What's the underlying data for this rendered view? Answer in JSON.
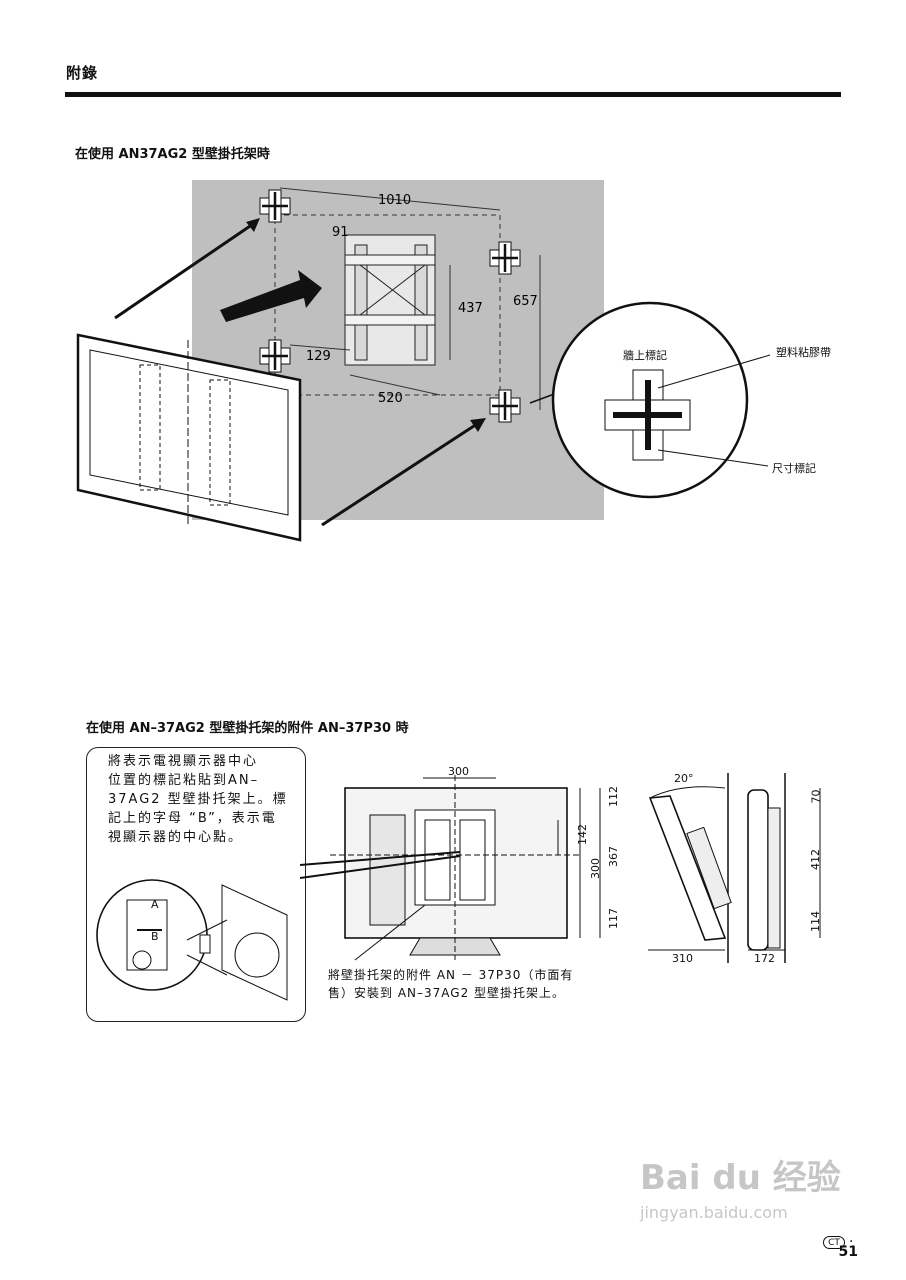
{
  "header": {
    "title": "附錄"
  },
  "section1": {
    "title": "在使用 AN37AG2 型壁掛托架時",
    "dims": {
      "d1010": "1010",
      "d91": "91",
      "d657": "657",
      "d437": "437",
      "d129": "129",
      "d520": "520"
    },
    "callout_wall_mark": "牆上標記",
    "callout_tape": "塑料粘膠帶",
    "callout_size_mark": "尺寸標記"
  },
  "section2": {
    "title": "在使用 AN–37AG2 型壁掛托架的附件 AN–37P30 時",
    "note_lines": [
      "將表示電視顯示器中心",
      "位置的標記粘貼到AN–",
      "37AG2 型壁掛托架上。標",
      "記上的字母 “B”，表示電",
      "視顯示器的中心點。"
    ],
    "marker_letters": {
      "a": "A",
      "b": "B"
    },
    "caption_lines": [
      "將壁掛托架的附件 AN － 37P30（市面有",
      "售）安裝到 AN–37AG2 型壁掛托架上。"
    ],
    "dims": {
      "w300": "300",
      "h112": "112",
      "h142": "142",
      "h300": "300",
      "h367": "367",
      "h117": "117",
      "angle": "20°",
      "d310": "310",
      "d172": "172",
      "h70": "70",
      "h412": "412",
      "h114": "114"
    }
  },
  "footer": {
    "ct": "CT",
    "sep": "·",
    "page": "51"
  },
  "watermark": {
    "brand": "Bai du 经验",
    "url": "jingyan.baidu.com"
  }
}
